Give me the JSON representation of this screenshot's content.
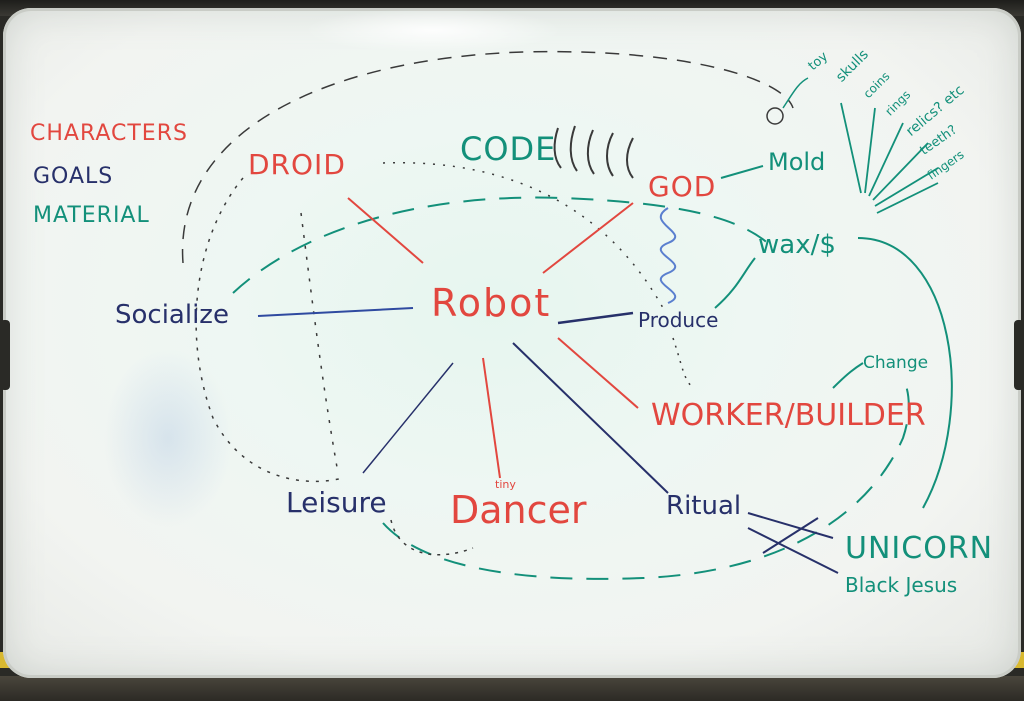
{
  "legend": {
    "characters": "CHARACTERS",
    "goals": "GOALS",
    "material": "MATERIAL"
  },
  "nodes": {
    "robot": "Robot",
    "droid": "DROID",
    "god": "GOD",
    "code": "CODE",
    "socialize": "Socialize",
    "produce": "Produce",
    "worker_builder": "WORKER/BUILDER",
    "leisure": "Leisure",
    "tiny": "tiny",
    "dancer": "Dancer",
    "ritual": "Ritual",
    "mold": "Mold",
    "wax": "wax/$",
    "change": "Change",
    "unicorn": "UNICORN",
    "black_jesus": "Black Jesus"
  },
  "materials": {
    "toy": "toy",
    "skulls": "skulls",
    "coins": "coins",
    "rings": "rings",
    "relics": "relics? etc",
    "teeth": "teeth?",
    "fingers": "fingers"
  },
  "colors": {
    "characters": "#e2473f",
    "goals": "#27306a",
    "material": "#13907a"
  }
}
